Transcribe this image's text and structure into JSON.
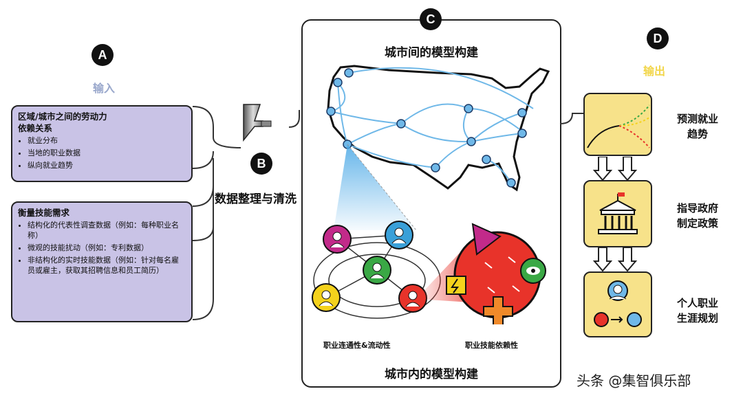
{
  "steps": {
    "a": {
      "badge": "A",
      "title": "输入"
    },
    "b": {
      "badge": "B",
      "title": "数据整理与清洗"
    },
    "c": {
      "badge": "C",
      "top_title": "城市间的模型构建",
      "bottom_title": "城市内的模型构建",
      "left_caption": "职业连通性&流动性",
      "right_caption": "职业技能依赖性"
    },
    "d": {
      "badge": "D",
      "title": "输出"
    }
  },
  "inputs": [
    {
      "heading": "区域/城市之间的劳动力依赖关系",
      "items": [
        "就业分布",
        "当地的职业数据",
        "纵向就业趋势"
      ]
    },
    {
      "heading": "衡量技能需求",
      "items": [
        "结构化的代表性调查数据（例如：每种职业名称）",
        "微观的技能扰动（例如：专利数据）",
        "非结构化的实时技能数据（例如：针对每名雇员或雇主，获取其招聘信息和员工简历）"
      ]
    }
  ],
  "outputs": [
    {
      "label": "预测就业趋势",
      "icon": "trend-chart-icon"
    },
    {
      "label": "指导政府制定政策",
      "icon": "government-building-icon"
    },
    {
      "label": "个人职业生涯规划",
      "icon": "career-person-icon"
    }
  ],
  "watermark": "头条 @集智俱乐部",
  "colors": {
    "input_fill": "#c9c3e6",
    "output_fill": "#f7e28a",
    "map_node": "#6fb8e8",
    "skill_fill": "#e8332a",
    "header_grey": "#9aa8cc"
  }
}
